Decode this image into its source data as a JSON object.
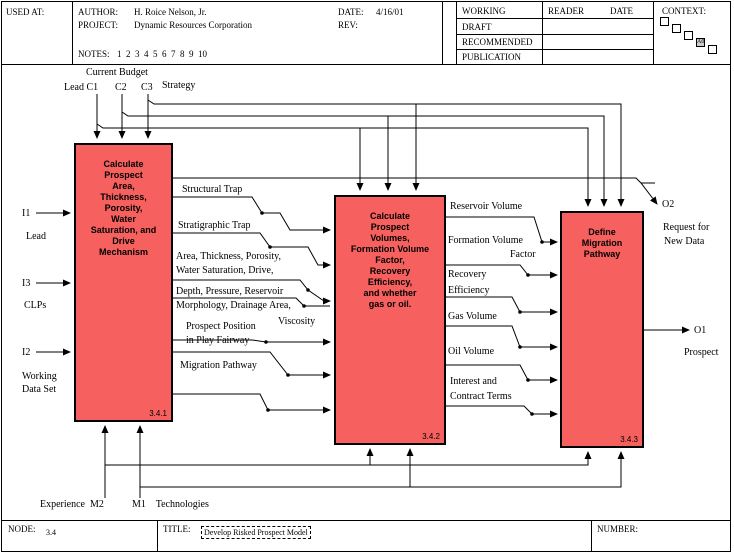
{
  "header": {
    "used_at_label": "USED AT:",
    "author_label": "AUTHOR:",
    "author": "H. Roice Nelson, Jr.",
    "project_label": "PROJECT:",
    "project": "Dynamic Resources Corporation",
    "notes_label": "NOTES:",
    "notes": "1  2  3  4  5  6  7  8  9  10",
    "date_label": "DATE:",
    "date": "4/16/01",
    "rev_label": "REV:",
    "status": [
      "WORKING",
      "DRAFT",
      "RECOMMENDED",
      "PUBLICATION"
    ],
    "reader_label": "READER",
    "reader_date_label": "DATE",
    "context_label": "CONTEXT:",
    "context_active": "A0"
  },
  "footer": {
    "node_label": "NODE:",
    "node": "3.4",
    "title_label": "TITLE:",
    "title": "Develop Risked Prospect Model",
    "number_label": "NUMBER:"
  },
  "boxes": [
    {
      "label": "Calculate\nProspect\nArea,\nThickness,\nPorosity,\nWater\nSaturation, and\nDrive\nMechanism",
      "number": "3.4.1"
    },
    {
      "label": "Calculate\nProspect\nVolumes,\nFormation Volume\nFactor,\nRecovery\nEfficiency,\nand whether\ngas or oil.",
      "number": "3.4.2"
    },
    {
      "label": "Define\nMigration\nPathway",
      "number": "3.4.3"
    }
  ],
  "controls": {
    "current_budget": "Current Budget",
    "lead": "Lead C1",
    "c2": "C2",
    "c3": "C3",
    "strategy": "Strategy"
  },
  "inputs": {
    "i1": "I1",
    "i1_name": "Lead",
    "i3": "I3",
    "i3_name": "CLPs",
    "i2": "I2",
    "i2_name_1": "Working",
    "i2_name_2": "Data Set"
  },
  "outputs": {
    "o2": "O2",
    "o2_name_1": "Request for",
    "o2_name_2": "New Data",
    "o1": "O1",
    "o1_name": "Prospect"
  },
  "mechanisms": {
    "experience": "Experience  M2",
    "technologies": "M1    Technologies"
  },
  "flows_1_2": {
    "structural_trap": "Structural Trap",
    "stratigraphic_trap": "Stratigraphic Trap",
    "area_1": "Area, Thickness, Porosity,",
    "area_2": "Water Saturation, Drive,",
    "depth_1": "Depth, Pressure, Reservoir",
    "depth_2": "Morphology, Drainage Area,",
    "viscosity": "Viscosity",
    "position_1": "Prospect Position",
    "position_2": "in Play Fairway",
    "migration": "Migration Pathway"
  },
  "flows_2_3": {
    "reservoir_volume": "Reservoir Volume",
    "fvf_1": "Formation Volume",
    "fvf_2": "Factor",
    "recovery_1": "Recovery",
    "recovery_2": "Efficiency",
    "gas_volume": "Gas Volume",
    "oil_volume": "Oil Volume",
    "interest_1": "Interest and",
    "interest_2": "Contract Terms"
  }
}
